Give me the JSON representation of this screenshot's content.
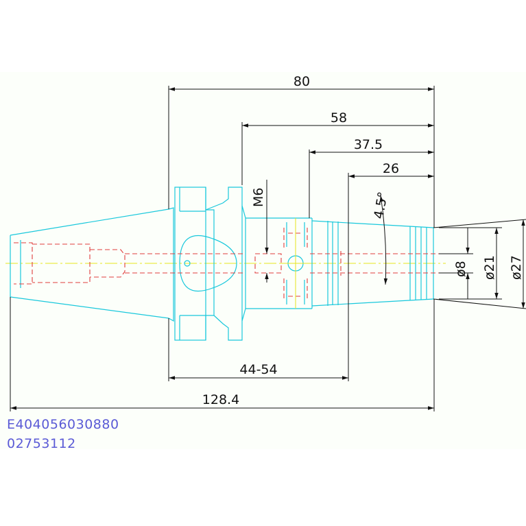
{
  "dimensions": {
    "overall_top": "80",
    "d58": "58",
    "d37_5": "37.5",
    "d26": "26",
    "angle": "4.5°",
    "thread": "M6",
    "dia_small": "ø8",
    "dia_mid": "ø21",
    "dia_large": "ø27",
    "range": "44-54",
    "total_length": "128.4"
  },
  "codes": {
    "line1": "E404056030880",
    "line2": "02753112"
  },
  "colors": {
    "outline": "#19c8dc",
    "hidden": "#e03c3c",
    "centerline": "#e6e61e",
    "dimension": "#111111",
    "code_text": "#5a5ad6"
  }
}
